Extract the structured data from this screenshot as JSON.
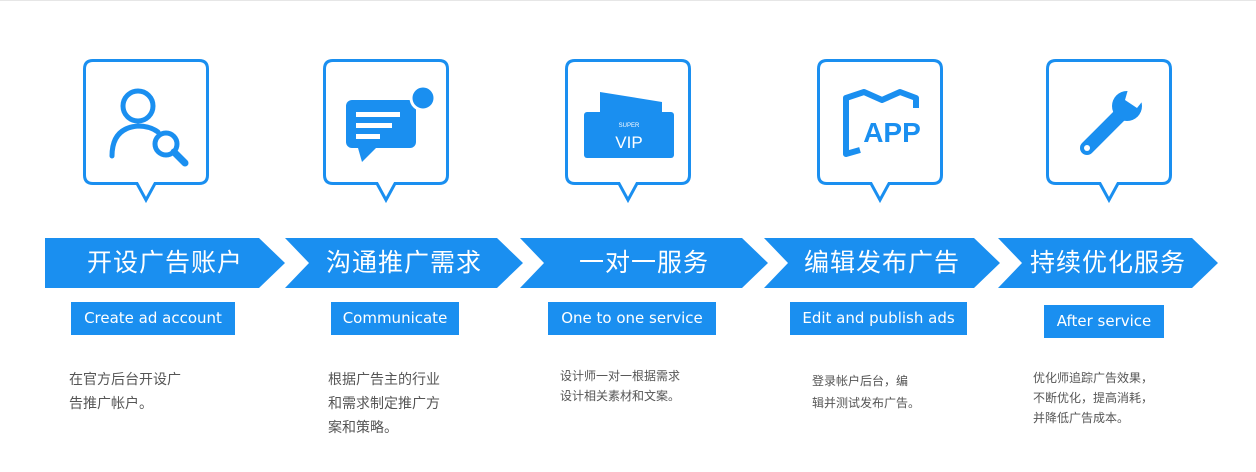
{
  "colors": {
    "accent": "#1a8ff0",
    "icon": "#1a8ff0",
    "text": "#555555"
  },
  "steps": [
    {
      "icon": "user-search-icon",
      "title": "开设广告账户",
      "subtitle": "Create ad account",
      "description": "在官方后台开设广\n告推广帐户。"
    },
    {
      "icon": "chat-bubble-icon",
      "title": "沟通推广需求",
      "subtitle": "Communicate",
      "description": "根据广告主的行业\n和需求制定推广方\n案和策略。"
    },
    {
      "icon": "vip-card-icon",
      "title": "一对一服务",
      "subtitle": "One to one service",
      "description": "设计师一对一根据需求\n设计相关素材和文案。",
      "icon_text": {
        "card_small": "SUPER",
        "card_big": "VIP"
      }
    },
    {
      "icon": "app-map-icon",
      "title": "编辑发布广告",
      "subtitle": "Edit and publish ads",
      "description": "登录帐户后台，编\n辑并测试发布广告。",
      "icon_text": {
        "label": "APP"
      }
    },
    {
      "icon": "wrench-icon",
      "title": "持续优化服务",
      "subtitle": "After service",
      "description": "优化师追踪广告效果，\n不断优化，提高消耗，\n并降低广告成本。"
    }
  ]
}
